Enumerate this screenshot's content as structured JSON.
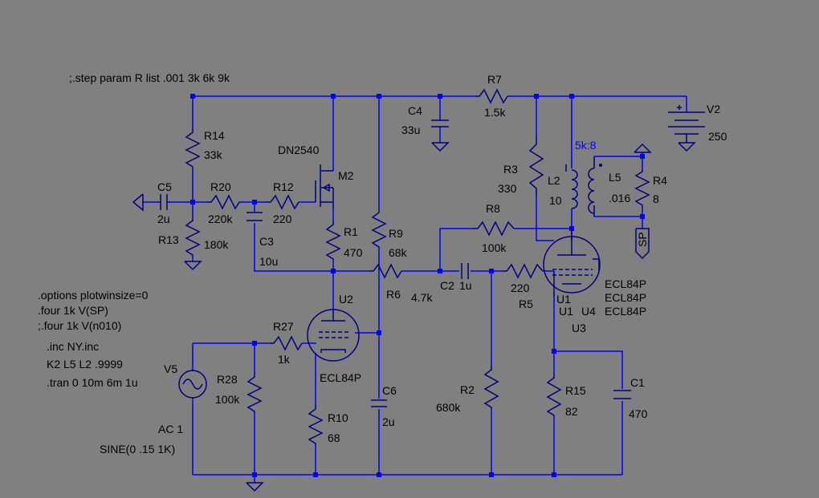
{
  "directives": {
    "step": ";.step param R list .001 3k 6k 9k",
    "options": ".options plotwinsize=0",
    "four1": ".four 1k V(SP)",
    "four2": ";.four 1k V(n010)",
    "inc": ".inc NY.inc",
    "k": "K2 L5 L2 .9999",
    "tran": ".tran 0 10m 6m 1u"
  },
  "components": {
    "r14": {
      "name": "R14",
      "value": "33k"
    },
    "r13": {
      "name": "R13",
      "value": "180k"
    },
    "r20": {
      "name": "R20",
      "value": "220k"
    },
    "r12": {
      "name": "R12",
      "value": "220"
    },
    "r1": {
      "name": "R1",
      "value": "470"
    },
    "r9": {
      "name": "R9",
      "value": "68k"
    },
    "r6": {
      "name": "R6",
      "value": "4.7k"
    },
    "r7": {
      "name": "R7",
      "value": "1.5k"
    },
    "r3": {
      "name": "R3",
      "value": "330"
    },
    "r8": {
      "name": "R8",
      "value": "100k"
    },
    "r5": {
      "name": "R5",
      "value": "220"
    },
    "r4": {
      "name": "R4",
      "value": "8"
    },
    "r27": {
      "name": "R27",
      "value": "1k"
    },
    "r28": {
      "name": "R28",
      "value": "100k"
    },
    "r10": {
      "name": "R10",
      "value": "68"
    },
    "r2": {
      "name": "R2",
      "value": "680k"
    },
    "r15": {
      "name": "R15",
      "value": "82"
    },
    "c5": {
      "name": "C5",
      "value": "2u"
    },
    "c3": {
      "name": "C3",
      "value": "10u"
    },
    "c4": {
      "name": "C4",
      "value": "33u"
    },
    "c2": {
      "name": "C2",
      "value": "1u"
    },
    "c6": {
      "name": "C6",
      "value": "2u"
    },
    "c1": {
      "name": "C1",
      "value": "470"
    },
    "l2": {
      "name": "L2",
      "value": "10"
    },
    "l5": {
      "name": "L5",
      "value": ".016"
    },
    "ratio": "5k:8",
    "v2": {
      "name": "V2",
      "value": "250"
    },
    "v5": {
      "name": "V5",
      "ac": "AC 1",
      "sine": "SINE(0 .15 1K)"
    },
    "m2": {
      "name": "M2",
      "model": "DN2540"
    },
    "u2": {
      "name": "U2",
      "model": "ECL84P"
    },
    "u1": "U1",
    "u4": "U4",
    "u3": "U3",
    "u_models": [
      "ECL84P",
      "ECL84P",
      "ECL84P"
    ],
    "sp_label": "SP"
  },
  "colors": {
    "background": "#808080",
    "wire": "#0000ff",
    "component": "#000080",
    "text": "#000000",
    "accent_text": "#0000ff"
  }
}
